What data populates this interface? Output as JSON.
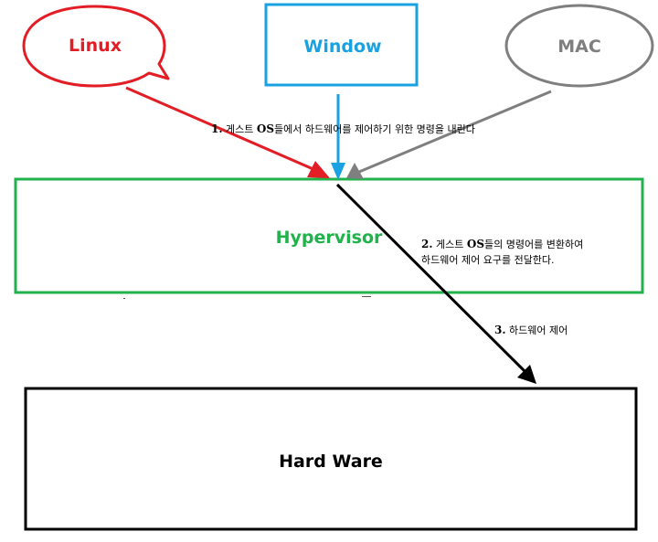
{
  "nodes": {
    "linux": {
      "label": "Linux",
      "color": "#e31d25"
    },
    "window": {
      "label": "Window",
      "color": "#1aa1e2"
    },
    "mac": {
      "label": "MAC",
      "color": "#7f7f7f"
    },
    "hypervisor": {
      "label": "Hypervisor",
      "color": "#22b24c"
    },
    "hardware": {
      "label": "Hard Ware",
      "color": "#000000"
    }
  },
  "steps": [
    {
      "number": "1.",
      "text_a": " 게스트 ",
      "os": "OS",
      "text_b": "들에서 하드웨어를 제어하기 위한 명령을 내린다"
    },
    {
      "number": "2.",
      "text_a": " 게스트 ",
      "os": "OS",
      "text_b": "들의 명령어를 변환하여",
      "line2": "하드웨어 제어 요구를 전달한다."
    },
    {
      "number": "3.",
      "text_a": " 하드웨어 제어"
    }
  ]
}
